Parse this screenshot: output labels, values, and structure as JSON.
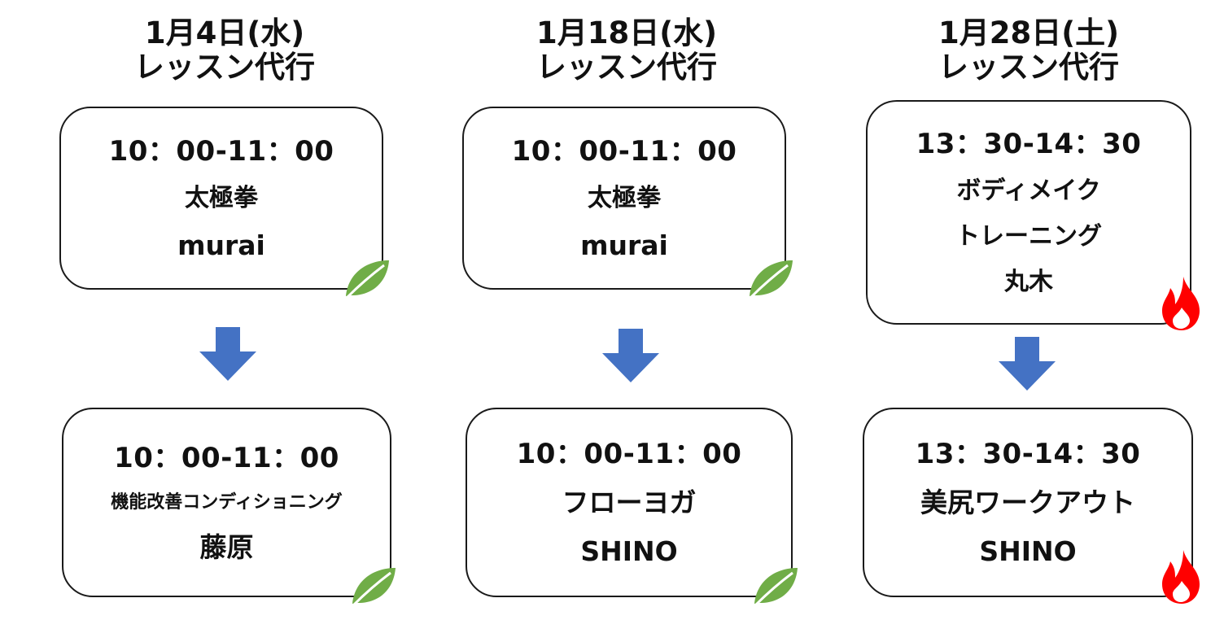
{
  "columns": [
    {
      "date": "1月4日(水)",
      "subtitle": "レッスン代行",
      "before": {
        "time": "10：00-11：00",
        "lines": [
          "太極拳",
          "murai"
        ]
      },
      "after": {
        "time": "10：00-11：00",
        "lines": [
          "機能改善コンディショニング",
          "藤原"
        ]
      },
      "badge_icon": "leaf-icon",
      "badge_color": "#70ad47"
    },
    {
      "date": "1月18日(水)",
      "subtitle": "レッスン代行",
      "before": {
        "time": "10：00-11：00",
        "lines": [
          "太極拳",
          "murai"
        ]
      },
      "after": {
        "time": "10：00-11：00",
        "lines": [
          "フローヨガ",
          "SHINO"
        ]
      },
      "badge_icon": "leaf-icon",
      "badge_color": "#70ad47"
    },
    {
      "date": "1月28日(土)",
      "subtitle": "レッスン代行",
      "before": {
        "time": "13：30-14：30",
        "lines": [
          "ボディメイク",
          "トレーニング",
          "丸木"
        ]
      },
      "after": {
        "time": "13：30-14：30",
        "lines": [
          "美尻ワークアウト",
          "SHINO"
        ]
      },
      "badge_icon": "flame-icon",
      "badge_color": "#ff0000"
    }
  ],
  "colors": {
    "arrow": "#4472c4",
    "border": "#1a1a1a",
    "leaf": "#70ad47",
    "flame": "#ff0000"
  }
}
